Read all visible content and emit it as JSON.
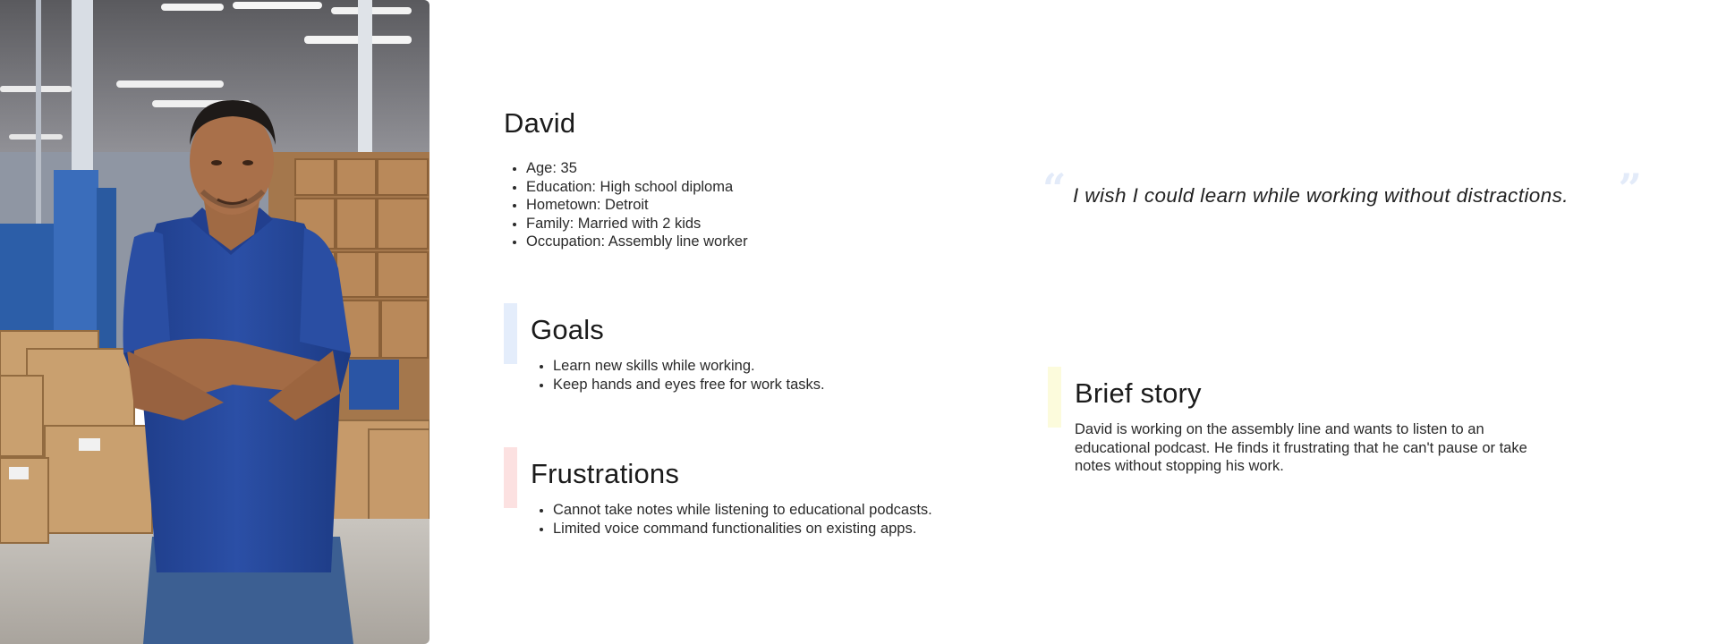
{
  "persona": {
    "name": "David",
    "facts": [
      "Age: 35",
      "Education: High school diploma",
      "Hometown: Detroit",
      "Family: Married with 2 kids",
      "Occupation: Assembly line worker"
    ]
  },
  "quote": {
    "text": "I wish I could learn while working without distractions.",
    "open_mark": "“",
    "close_mark": "”"
  },
  "goals": {
    "title": "Goals",
    "items": [
      "Learn new skills while working.",
      "Keep hands and eyes free for work tasks."
    ]
  },
  "frustrations": {
    "title": "Frustrations",
    "items": [
      "Cannot take notes while listening to educational podcasts.",
      "Limited voice command functionalities on existing apps."
    ]
  },
  "story": {
    "title": "Brief story",
    "text": "David is working on the assembly line and wants to listen to an educational podcast. He finds it frustrating that he can't pause or take notes without stopping his work."
  },
  "colors": {
    "goals_bar": "#e4edfb",
    "frustrations_bar": "#fce1e1",
    "story_bar": "#fcfbdc",
    "quote_marks": "#e3ebf9"
  },
  "icons": {
    "photo": "persona-photo-warehouse-worker"
  }
}
